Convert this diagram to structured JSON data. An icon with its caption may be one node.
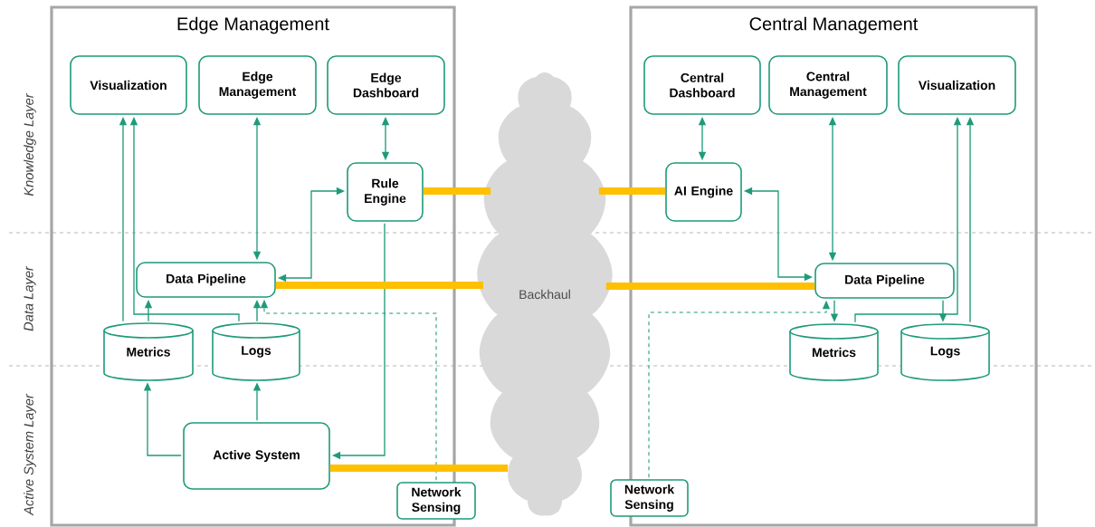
{
  "diagram": {
    "nodes": [
      {
        "text": [
          "Edge Management"
        ]
      },
      {
        "text": [
          "Visualization"
        ],
        "in": 0
      },
      {
        "text": [
          "Edge Management"
        ],
        "in": 0
      },
      {
        "text": [
          "Edge Dashboard"
        ],
        "in": 0
      },
      {
        "text": [
          "Rule Engine"
        ],
        "in": 0
      },
      {
        "text": [
          "Data Pipeline"
        ],
        "in": 0
      },
      {
        "text": [
          "Metrics"
        ],
        "in": 0
      },
      {
        "text": [
          "Logs"
        ],
        "in": 0
      },
      {
        "text": [
          "Active System"
        ],
        "in": 0
      },
      {
        "text": [
          "Network Sensing"
        ]
      },
      {
        "text": [
          "Backhaul"
        ]
      },
      {
        "text": [
          "Central Management"
        ]
      },
      {
        "text": [
          "Central Dashboard"
        ],
        "in": 11
      },
      {
        "text": [
          "Central Management"
        ],
        "in": 11
      },
      {
        "text": [
          "Visualization"
        ],
        "in": 11
      },
      {
        "text": [
          "AI Engine"
        ],
        "in": 11
      },
      {
        "text": [
          "Data Pipeline"
        ],
        "in": 11
      },
      {
        "text": [
          "Metrics"
        ],
        "in": 11
      },
      {
        "text": [
          "Logs"
        ],
        "in": 11
      },
      {
        "text": [
          "Network Sensing"
        ]
      }
    ],
    "edges": [
      {
        "from": 2,
        "to": 5,
        "arrow": "both"
      },
      {
        "from": 3,
        "to": 4,
        "arrow": "both"
      },
      {
        "from": 5,
        "to": 4,
        "arrow": "both"
      },
      {
        "from": 6,
        "to": 1,
        "arrow": "to"
      },
      {
        "from": 7,
        "to": 1,
        "arrow": "to"
      },
      {
        "from": 6,
        "to": 5,
        "arrow": "to"
      },
      {
        "from": 7,
        "to": 5,
        "arrow": "to"
      },
      {
        "from": 8,
        "to": 6,
        "arrow": "to"
      },
      {
        "from": 8,
        "to": 7,
        "arrow": "to"
      },
      {
        "from": 4,
        "to": 8,
        "arrow": "to"
      },
      {
        "from": 9,
        "to": 5,
        "arrow": "to",
        "style": "dashed"
      },
      {
        "from": 4,
        "to": 10,
        "arrow": "none",
        "style": "thick",
        "color": "#ffc000"
      },
      {
        "from": 5,
        "to": 10,
        "arrow": "none",
        "style": "thick",
        "color": "#ffc000"
      },
      {
        "from": 8,
        "to": 10,
        "arrow": "none",
        "style": "thick",
        "color": "#ffc000"
      },
      {
        "from": 12,
        "to": 15,
        "arrow": "both"
      },
      {
        "from": 13,
        "to": 16,
        "arrow": "both"
      },
      {
        "from": 15,
        "to": 16,
        "arrow": "both"
      },
      {
        "from": 16,
        "to": 17,
        "arrow": "to"
      },
      {
        "from": 16,
        "to": 18,
        "arrow": "to"
      },
      {
        "from": 17,
        "to": 14,
        "arrow": "to"
      },
      {
        "from": 18,
        "to": 14,
        "arrow": "to"
      },
      {
        "from": 19,
        "to": 16,
        "arrow": "to",
        "style": "dashed"
      },
      {
        "from": 10,
        "to": 15,
        "arrow": "none",
        "style": "thick",
        "color": "#ffc000"
      },
      {
        "from": 10,
        "to": 16,
        "arrow": "none",
        "style": "thick",
        "color": "#ffc000"
      }
    ],
    "labels": [
      "Knowledge Layer",
      "Data Layer",
      "Active System Layer"
    ]
  }
}
